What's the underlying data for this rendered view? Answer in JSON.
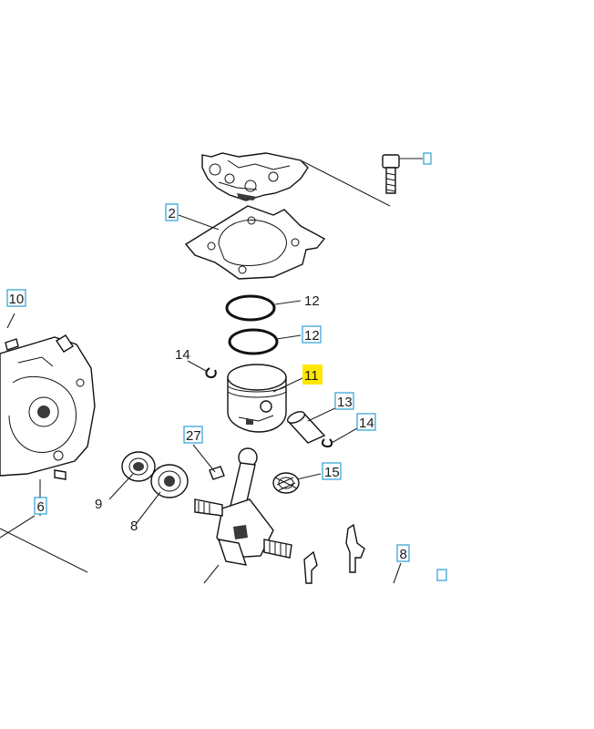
{
  "callouts": {
    "c2": "2",
    "c10": "10",
    "c12a": "12",
    "c12b": "12",
    "c14a": "14",
    "c11": "11",
    "c13": "13",
    "c14b": "14",
    "c27": "27",
    "c15": "15",
    "c9": "9",
    "c8a": "8",
    "c6": "6",
    "c8b": "8"
  },
  "colors": {
    "box_border": "#2a9fd6",
    "highlight": "#ffe700"
  }
}
